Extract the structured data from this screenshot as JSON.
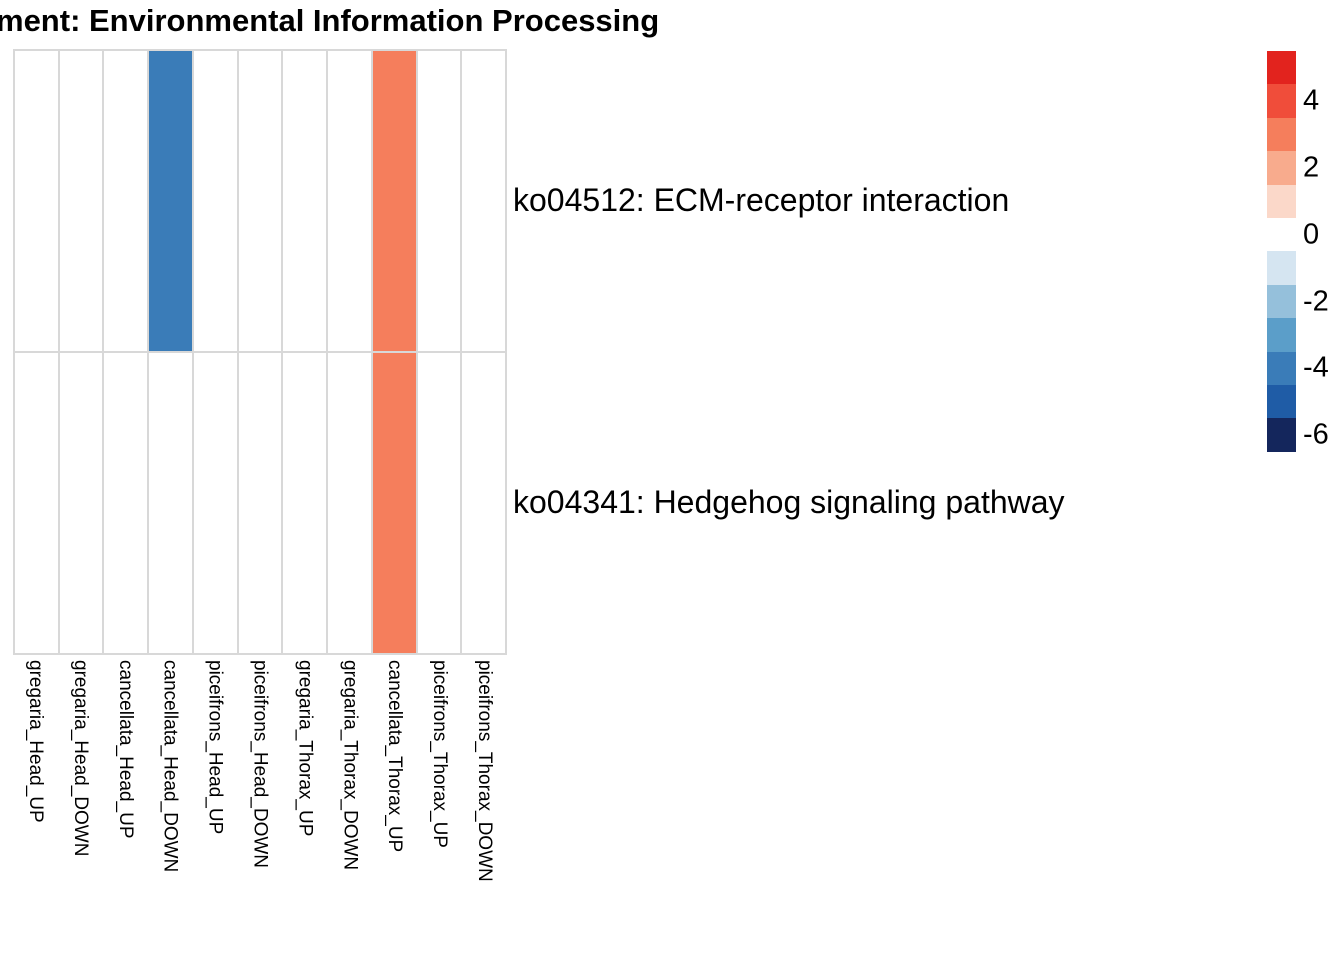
{
  "title": {
    "text": "ment: Environmental Information Processing"
  },
  "chart_data": {
    "type": "heatmap",
    "title": "ment: Environmental Information Processing",
    "columns": [
      "gregaria_Head_UP",
      "gregaria_Head_DOWN",
      "cancellata_Head_UP",
      "cancellata_Head_DOWN",
      "piceifrons_Head_UP",
      "piceifrons_Head_DOWN",
      "gregaria_Thorax_UP",
      "gregaria_Thorax_DOWN",
      "cancellata_Thorax_UP",
      "piceifrons_Thorax_UP",
      "piceifrons_Thorax_DOWN"
    ],
    "rows": [
      "ko04512: ECM-receptor interaction",
      "ko04341: Hedgehog signaling pathway"
    ],
    "values": [
      [
        null,
        null,
        null,
        -4,
        null,
        null,
        null,
        null,
        3,
        null,
        null
      ],
      [
        null,
        null,
        null,
        null,
        null,
        null,
        null,
        null,
        3,
        null,
        null
      ]
    ],
    "cell_colors": {
      "negative_cell": "#3a7cb8",
      "positive_cell": "#f77f5d",
      "empty_cell": "#ffffff"
    },
    "legend": {
      "ticks": [
        "4",
        "2",
        "0",
        "-2",
        "-4",
        "-6"
      ],
      "block_values_top_to_bottom": [
        5,
        4,
        3,
        2,
        1,
        0,
        -1,
        -2,
        -3,
        -4,
        -5,
        -6
      ],
      "colors_top_to_bottom": [
        "#e2231e",
        "#f04d3a",
        "#f57e5c",
        "#f8ab8d",
        "#fbd8c9",
        "#ffffff",
        "#d5e5f1",
        "#95c0db",
        "#5b9ec9",
        "#3a7cb8",
        "#1f5ca6",
        "#14265c"
      ],
      "position": "right"
    },
    "grid": true,
    "grid_line_color": "#d8d8d8"
  }
}
